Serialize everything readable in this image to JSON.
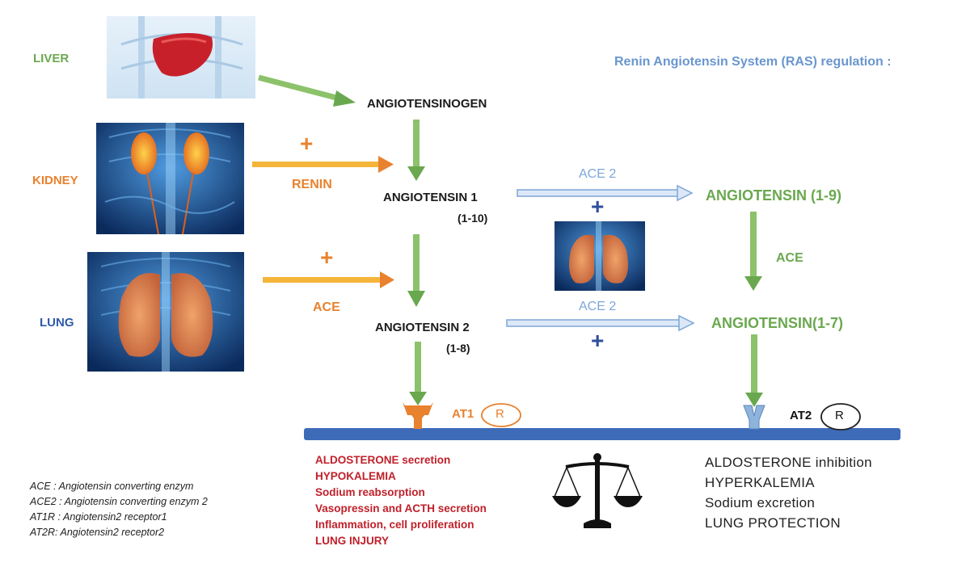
{
  "title": "Renin Angiotensin System (RAS) regulation :",
  "organs": {
    "liver": "LIVER",
    "kidney": "KIDNEY",
    "lung": "LUNG"
  },
  "nodes": {
    "angiotensinogen": "ANGIOTENSINOGEN",
    "angiotensin1": "ANGIOTENSIN 1",
    "angiotensin1_sub": "(1-10)",
    "angiotensin2": "ANGIOTENSIN 2",
    "angiotensin2_sub": "(1-8)",
    "angiotensin19": "ANGIOTENSIN (1-9)",
    "angiotensin17": "ANGIOTENSIN(1-7)"
  },
  "enzymes": {
    "renin": "RENIN",
    "ace_left": "ACE",
    "ace2_top": "ACE 2",
    "ace2_bottom": "ACE 2",
    "ace_right": "ACE",
    "plus": "+"
  },
  "receptors": {
    "at1": "AT1",
    "at2": "AT2",
    "r": "R"
  },
  "effects_at1": [
    "ALDOSTERONE secretion",
    "HYPOKALEMIA",
    "Sodium reabsorption",
    "Vasopressin and ACTH secretion",
    "Inflammation, cell proliferation",
    "LUNG INJURY"
  ],
  "effects_at2": [
    "ALDOSTERONE inhibition",
    "HYPERKALEMIA",
    "Sodium excretion",
    "LUNG PROTECTION"
  ],
  "legend": [
    "ACE : Angiotensin converting enzym",
    "ACE2 : Angiotensin converting enzym 2",
    "AT1R : Angiotensin2 receptor1",
    "AT2R: Angiotensin2 receptor2"
  ],
  "colors": {
    "green": "#6aa84f",
    "orange": "#e8822f",
    "blue_light": "#7ea6d8",
    "blue_dark": "#2f4f9e",
    "membrane": "#3e6bb8",
    "red": "#c0202a"
  },
  "icons": [
    "liver-image",
    "kidney-image",
    "lung-image",
    "lung-small-image",
    "balance-scale-icon",
    "at1-receptor-icon",
    "at2-receptor-icon"
  ]
}
